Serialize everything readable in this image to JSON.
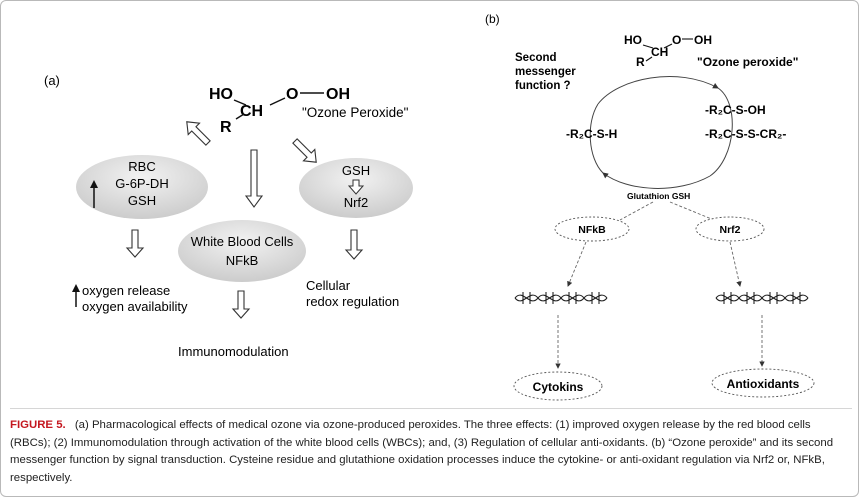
{
  "panel_a": {
    "label": "(a)",
    "molecule": {
      "ho": "HO",
      "ch": "CH",
      "o": "O",
      "oh": "OH",
      "r": "R"
    },
    "molecule_name": "\"Ozone Peroxide\"",
    "rbc": {
      "line1": "RBC",
      "line2": "G-6P-DH",
      "line3": "GSH"
    },
    "wbc": {
      "line1": "White Blood Cells",
      "line2": "NFkB"
    },
    "gsh_box": {
      "line1": "GSH",
      "line2": "Nrf2"
    },
    "oxygen": {
      "line1": "oxygen release",
      "line2": "oxygen availability"
    },
    "cellular": {
      "line1": "Cellular",
      "line2": "redox regulation"
    },
    "immuno": "Immunomodulation"
  },
  "panel_b": {
    "label": "(b)",
    "molecule": {
      "ho": "HO",
      "ch": "CH",
      "o": "O",
      "oh": "OH",
      "r": "R"
    },
    "molecule_name": "\"Ozone peroxide\"",
    "second_messenger": {
      "line1": "Second",
      "line2": "messenger",
      "line3": "function ?"
    },
    "thiol": "-R₂C-S-H",
    "sulfenic": "-R₂C-S-OH",
    "disulfide": "-R₂C-S-S-CR₂-",
    "glutathion": "Glutathion GSH",
    "nfkb": "NFkB",
    "nrf2": "Nrf2",
    "cytokins": "Cytokins",
    "antioxidants": "Antioxidants"
  },
  "caption": {
    "figure": "FIGURE 5.",
    "text": "(a) Pharmacological effects of medical ozone via ozone-produced peroxides. The three effects: (1) improved oxygen release by the red blood cells (RBCs); (2) Immunomodulation through activation of the white blood cells (WBCs); and, (3) Regulation of cellular anti-oxidants. (b) “Ozone peroxide” and its second messenger function by signal transduction. Cysteine residue and glutathione oxidation processes induce the cytokine- or anti-oxidant regulation via Nrf2 or, NFkB, respectively."
  }
}
